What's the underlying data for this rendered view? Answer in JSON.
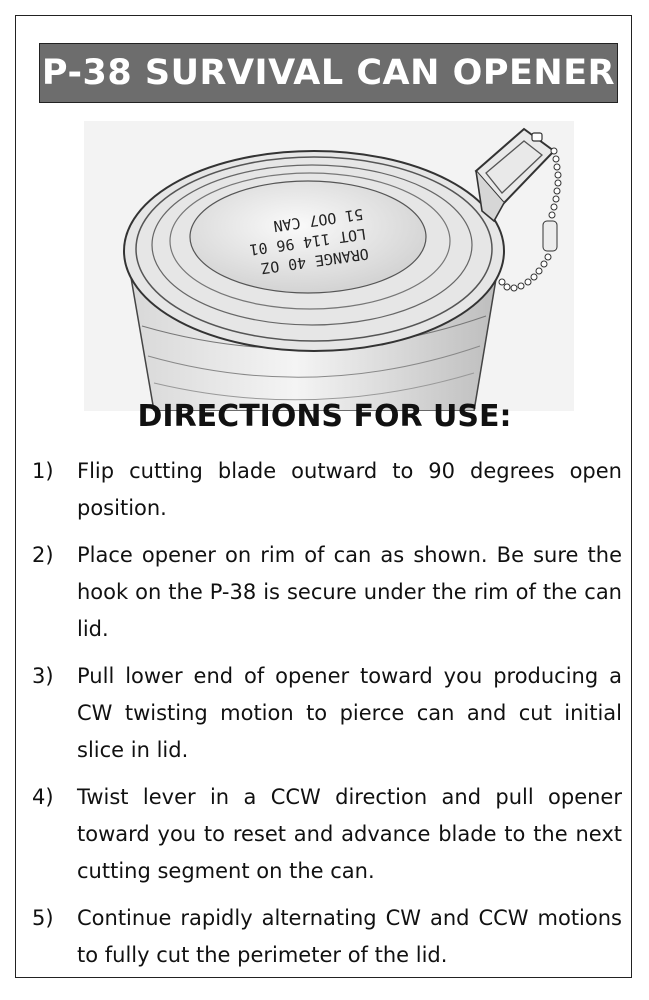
{
  "header": {
    "title": "P-38 SURVIVAL CAN OPENER"
  },
  "illustration": {
    "lid_text": [
      "ORANGE 40 OZ",
      "LOT 114 96 01",
      "51 OO7 CAN"
    ]
  },
  "directions": {
    "heading": "DIRECTIONS FOR USE:",
    "steps": [
      {
        "num": "1)",
        "text": "Flip cutting blade outward to 90 degrees open position."
      },
      {
        "num": "2)",
        "text": "Place opener on rim of can as shown. Be sure the hook on the P-38 is secure under the rim of the can lid."
      },
      {
        "num": "3)",
        "text": "Pull lower end of opener toward you producing a CW twisting motion to pierce can and cut initial slice in lid."
      },
      {
        "num": "4)",
        "text": "Twist lever in a CCW direction and pull opener toward you to reset and advance blade to the next cutting segment on the can."
      },
      {
        "num": "5)",
        "text": "Continue rapidly alternating CW and CCW motions to fully cut the perimeter of the lid."
      }
    ]
  },
  "colors": {
    "banner_bg": "#6d6d6d",
    "banner_text": "#ffffff",
    "text": "#111111",
    "border": "#222222"
  }
}
